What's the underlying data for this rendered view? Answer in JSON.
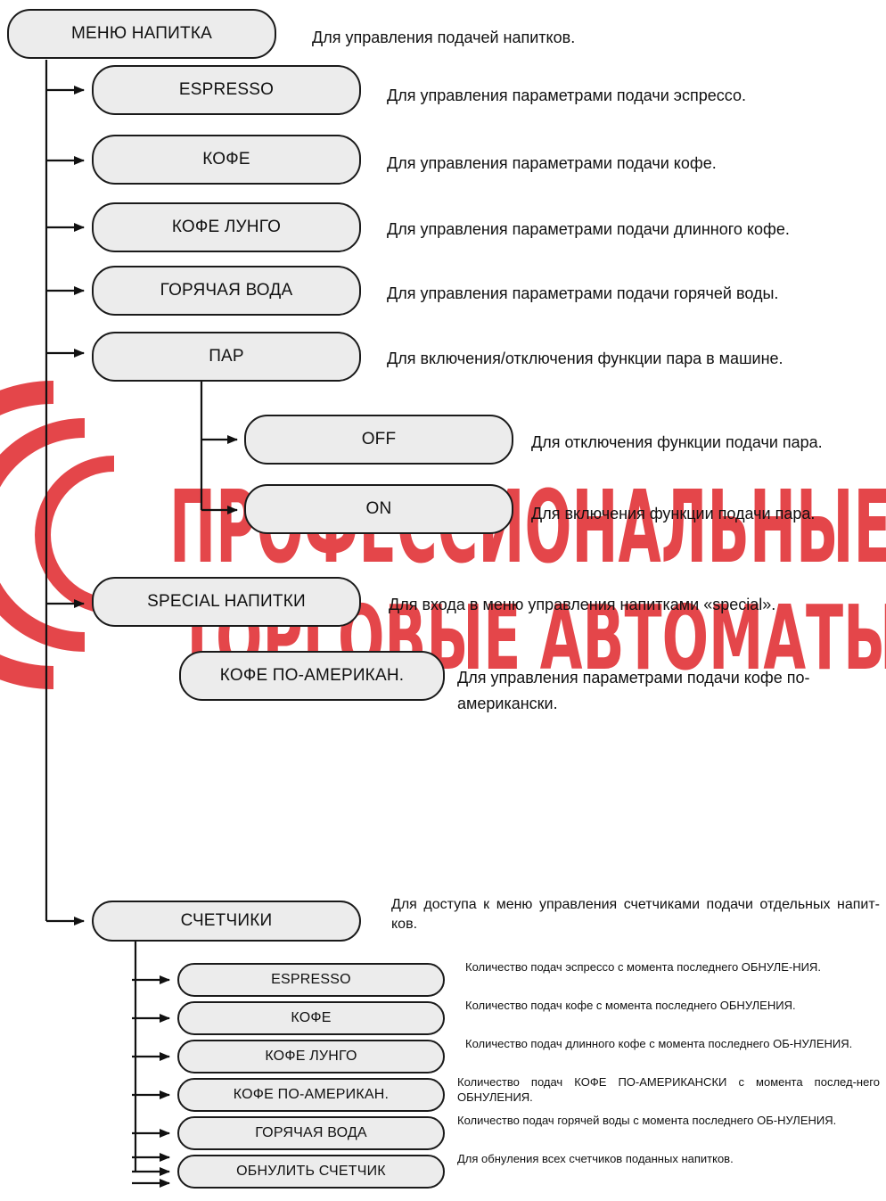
{
  "watermark": {
    "line1": "ПРОФЕССИОНАЛЬНЫЕ",
    "line2": "ТОРГОВЫЕ АВТОМАТЫ",
    "color": "#e0262b"
  },
  "colors": {
    "box_fill": "#ececec",
    "stroke": "#1a1a1a"
  },
  "menu": {
    "root": {
      "label": "МЕНЮ НАПИТКА",
      "desc": "Для управления подачей напитков."
    },
    "espresso": {
      "label": "ESPRESSO",
      "desc": "Для управления параметрами подачи эспрессо."
    },
    "coffee": {
      "label": "КОФЕ",
      "desc": "Для управления параметрами подачи кофе."
    },
    "lungo": {
      "label": "КОФЕ ЛУНГО",
      "desc": "Для управления параметрами подачи длинного кофе."
    },
    "hotwater": {
      "label": "ГОРЯЧАЯ ВОДА",
      "desc": "Для управления параметрами подачи горячей воды."
    },
    "steam": {
      "label": "ПАР",
      "desc": "Для включения/отключения функции пара в машине."
    },
    "steam_off": {
      "label": "OFF",
      "desc": "Для отключения функции подачи пара."
    },
    "steam_on": {
      "label": "ON",
      "desc": "Для включения функции подачи пара."
    },
    "special": {
      "label": "SPECIAL НАПИТКИ",
      "desc": "Для входа в меню управления напитками «special»."
    },
    "american": {
      "label": "КОФЕ ПО-АМЕРИКАН.",
      "desc": "Для управления параметрами подачи кофе по-американски."
    },
    "counters": {
      "label": "СЧЕТЧИКИ",
      "desc": "Для доступа к меню управления счетчиками подачи отдельных напит-ков."
    },
    "cnt_espresso": {
      "label": "ESPRESSO",
      "desc": "Количество подач эспрессо с момента последнего ОБНУЛЕ-НИЯ."
    },
    "cnt_coffee": {
      "label": "КОФЕ",
      "desc": "Количество подач кофе с момента последнего ОБНУЛЕНИЯ."
    },
    "cnt_lungo": {
      "label": "КОФЕ ЛУНГО",
      "desc": "Количество подач длинного кофе с момента последнего ОБ-НУЛЕНИЯ."
    },
    "cnt_american": {
      "label": "КОФЕ ПО-АМЕРИКАН.",
      "desc": "Количество подач КОФЕ ПО-АМЕРИКАНСКИ с момента послед-него ОБНУЛЕНИЯ."
    },
    "cnt_hotwater": {
      "label": "ГОРЯЧАЯ ВОДА",
      "desc": "Количество подач горячей воды с момента последнего ОБ-НУЛЕНИЯ."
    },
    "cnt_reset": {
      "label": "ОБНУЛИТЬ СЧЕТЧИК",
      "desc": "Для обнуления всех счетчиков поданных напитков."
    }
  }
}
